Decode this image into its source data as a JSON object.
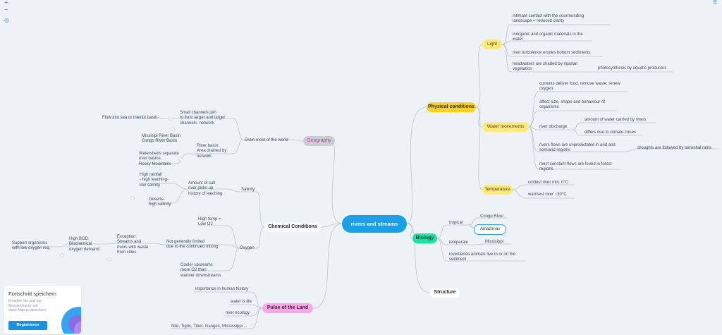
{
  "controls": {
    "zoom_in": "+",
    "zoom_out": "−",
    "center": "◎",
    "menu": "≡"
  },
  "root": "rivers and streams",
  "branches": {
    "physical": "Physical conditions",
    "light": "Light",
    "water": "Water movements",
    "temperature": "Temperature",
    "biology": "Biology",
    "structure": "Structure",
    "pulse": "Pulse of the Land",
    "chemical": "Chemical Conditions",
    "geography": "Geography"
  },
  "light_items": [
    "intimate contact with the sourrounding\nlandscape = reduced clarity",
    "inorganic and organic materials in the\nwater",
    "river turbulence erodes bottom sediments",
    "headwaters are shaded by riparian\nvegetation",
    "photosynthesis by aquatic producers"
  ],
  "water_items": [
    "currents deliver food, remove waste, renew\noxygen",
    "affect size, shape and behaviour of\norganisms",
    "river discharge",
    "amount of water carried by rivers",
    "differs due to climate zones",
    "rivers flows are unpredictable in arid and\nsemiarid regions",
    "droughts are followed by torrential rains",
    "most constant flows are found in forest\nregions"
  ],
  "temperature_items": [
    "coldest river min. 0°C",
    "warmest river ~30°C"
  ],
  "biology_items": {
    "tropical": "tropical",
    "congo": "Congo River",
    "amazonas": "Amazonas",
    "temperate": "temperate",
    "missisippi": "Missisippi",
    "invert": "invertiertes animals live in or on the\nsediment"
  },
  "pulse_items": [
    "importance in human history",
    "water is life",
    "river ecology",
    "Nile, Tigris, Tiber, Ganges, Mississippi ..."
  ],
  "chemical_items": {
    "salinity": "Salinity",
    "salt": "Amount of salt\nriver picks up\nhistory of leeching",
    "high_rain": "High rainfall\n- high leaching-\nlow salinity",
    "deserts": "Deserts-\nhigh salinity",
    "oxygen": "Oxygen",
    "high_temp": "High temp =\nLow O2",
    "not_limited": "Not generally limited\ndue to the continued mixing",
    "exception": "Exception:\nStreams and\nrivers with waste\nfrom cities",
    "bod": "High BOD:\nBiochemical\noxygen demand",
    "support": "Support organisms\nwith low oxygen req.",
    "cooler": "Cooler upsreams\nmore O2 than\nwarmer downstreams"
  },
  "geography_items": {
    "drain": "Drain most of the world",
    "small": "Small channels join\nto form larger and larger\nchannels- network",
    "flow": "Flow into sea or  interior basin-",
    "basins": "Missisipi River Basin\nCongo River Basin",
    "basin": "River basin:\nArea drained by\nnetwork",
    "watersheds": "Watersheds separate\nriver basins.\nRocky Mountains"
  },
  "save_card": {
    "title": "Fortschritt speichern",
    "desc": "Erstellen Sie jetzt ein\nBenutzerkonto, um\ndiese Map zu speichern.",
    "button": "Registrieren"
  },
  "colors": {
    "root": "#1aa0e8",
    "physical": "#ffd21f",
    "light": "#ffe97a",
    "biology": "#19e3a3",
    "pulse": "#f7a8e6",
    "geography": "#c9ced6",
    "line": "#b7c0ca"
  }
}
